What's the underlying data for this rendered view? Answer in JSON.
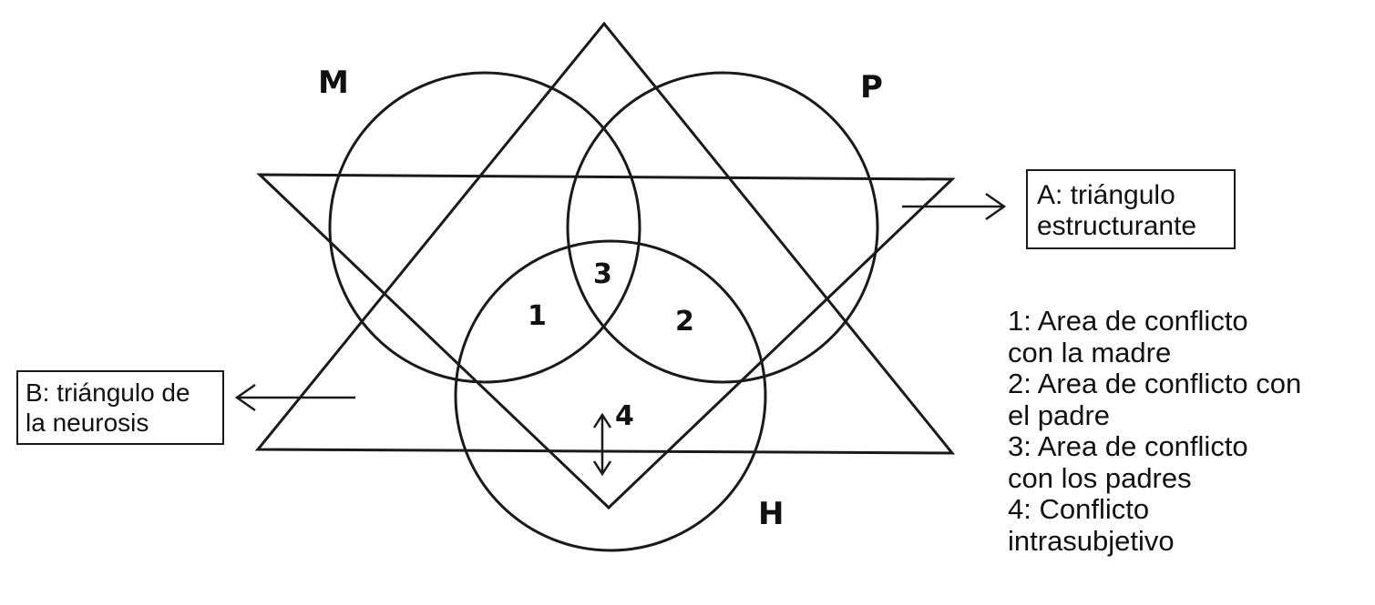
{
  "circle_labels": {
    "m": "M",
    "p": "P",
    "h": "H"
  },
  "region_labels": {
    "r1": "1",
    "r2": "2",
    "r3": "3",
    "r4": "4"
  },
  "box_a": {
    "line1": "A: triángulo",
    "line2": "estructurante"
  },
  "box_b": {
    "line1": "B: triángulo de",
    "line2": "la neurosis"
  },
  "legend": [
    {
      "line1": "1: Area de conflicto",
      "line2": "con la madre"
    },
    {
      "line1": "2: Area de conflicto con",
      "line2": "el padre"
    },
    {
      "line1": "3: Area de conflicto",
      "line2": "con los padres"
    },
    {
      "line1": "4: Conflicto",
      "line2": "intrasubjetivo"
    }
  ],
  "colors": {
    "stroke": "#1a1a1a",
    "background": "#ffffff"
  }
}
